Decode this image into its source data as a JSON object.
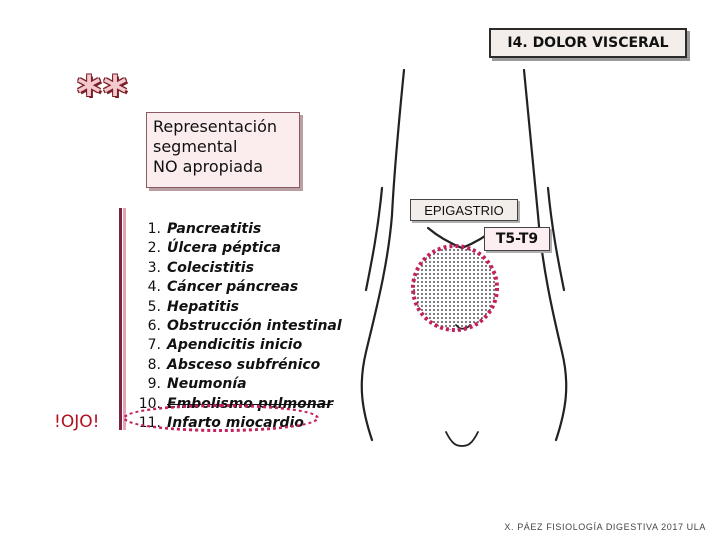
{
  "header": {
    "title": "I4. DOLOR VISCERAL"
  },
  "stars": "**",
  "representation": {
    "lines": [
      "Representación",
      "segmental",
      "NO apropiada"
    ]
  },
  "causes": [
    {
      "num": "1.",
      "label": "Pancreatitis"
    },
    {
      "num": "2.",
      "label": "Úlcera péptica"
    },
    {
      "num": "3.",
      "label": "Colecistitis"
    },
    {
      "num": "4.",
      "label": "Cáncer páncreas"
    },
    {
      "num": "5.",
      "label": "Hepatitis"
    },
    {
      "num": "6.",
      "label": "Obstrucción intestinal"
    },
    {
      "num": "7.",
      "label": "Apendicitis inicio"
    },
    {
      "num": "8.",
      "label": "Absceso subfrénico"
    },
    {
      "num": "9.",
      "label": "Neumonía"
    },
    {
      "num": "10.",
      "label": "Embolismo pulmonar"
    },
    {
      "num": "11.",
      "label": "Infarto miocardio"
    }
  ],
  "warning": "!OJO!",
  "diagram": {
    "region_label": "EPIGASTRIO",
    "segment_label": "T5-T9"
  },
  "footer": "X. PÁEZ  FISIOLOGÍA DIGESTIVA 2017  ULA",
  "colors": {
    "highlight": "#c2215d",
    "warning": "#b30f1f",
    "stars": "#f4c8cf"
  }
}
